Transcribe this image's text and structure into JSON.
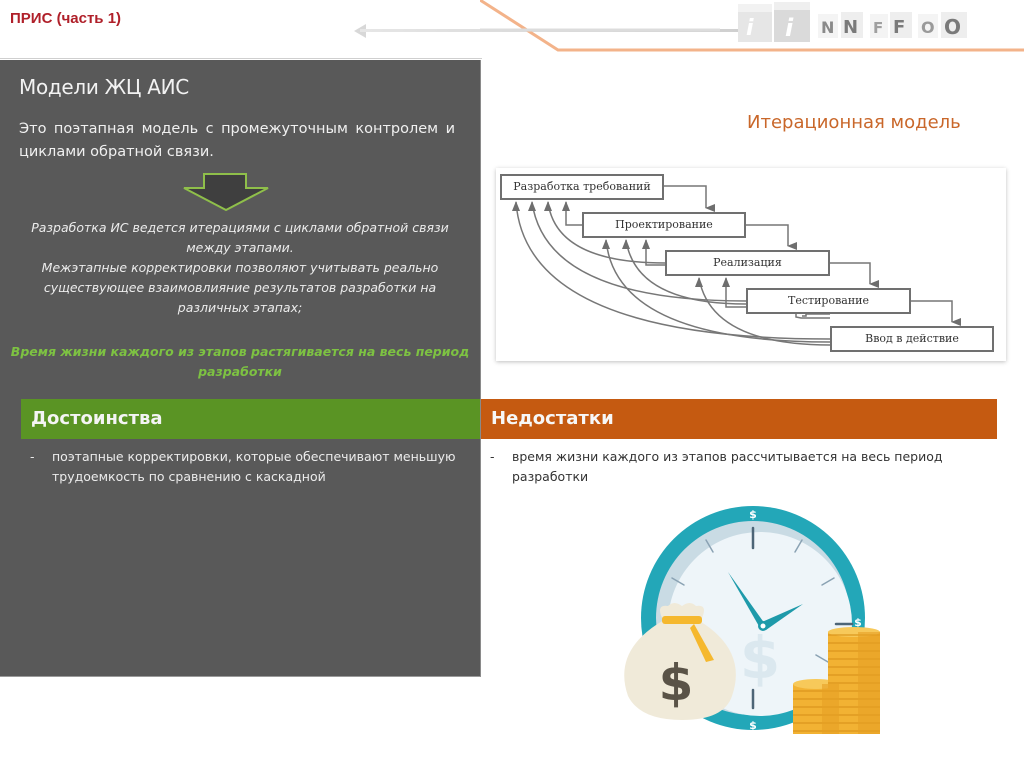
{
  "header": {
    "title": "ПРИС (часть 1)",
    "logo_letters": [
      "i",
      "i",
      "N",
      "N",
      "F",
      "F",
      "O",
      "O"
    ]
  },
  "left_panel": {
    "heading": "Модели ЖЦ АИС",
    "intro": "Это поэтапная модель с промежуточным контролем и циклами обратной связи.",
    "arrow_icon": "down-arrow-icon",
    "description_lines": [
      "Разработка ИС ведется итерациями с циклами обратной связи между этапами.",
      "Межэтапные корректировки позволяют учитывать реально существующее взаимовлияние результатов разработки на различных этапах;"
    ],
    "highlight": "Время жизни каждого из этапов растягивается на весь период разработки"
  },
  "pros": {
    "header": "Достоинства",
    "items": [
      "поэтапные корректировки, которые обеспечивают меньшую трудоемкость по сравнению с каскадной"
    ]
  },
  "cons": {
    "header": "Недостатки",
    "items": [
      "время жизни каждого из этапов рассчитывается на весь период разработки"
    ]
  },
  "diagram": {
    "title": "Итерационная модель",
    "stages": [
      "Разработка требований",
      "Проектирование",
      "Реализация",
      "Тестирование",
      "Ввод в действие"
    ]
  },
  "illustration": {
    "name": "clock-money-icon",
    "currency_symbol": "$"
  },
  "colors": {
    "title_red": "#b0202a",
    "panel_dark": "#595959",
    "pros_green": "#5a9424",
    "cons_orange": "#c55a11",
    "highlight_green": "#7dc242",
    "diagram_title": "#c9672a",
    "clock_teal": "#23a7b8",
    "coin_gold": "#f2b233"
  },
  "bullet_dash": "-"
}
